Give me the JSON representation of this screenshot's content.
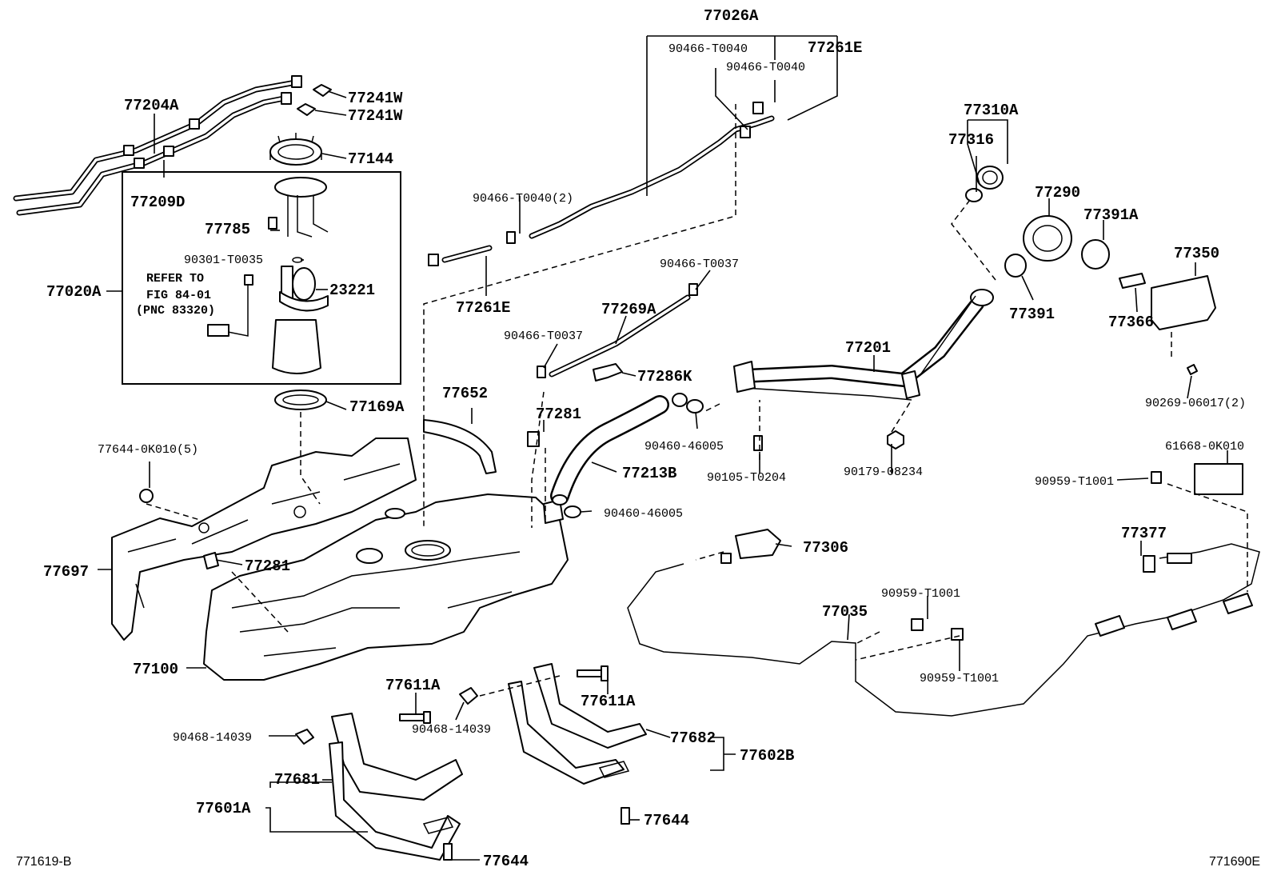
{
  "diagram": {
    "corner_left": "771619-B",
    "corner_right": "771690E",
    "note": {
      "line1": "REFER TO",
      "line2": "FIG 84-01",
      "line3": "(PNC 83320)"
    },
    "labels": {
      "p77026A": "77026A",
      "p90466_T0040_a": "90466-T0040",
      "p77261E_top": "77261E",
      "p90466_T0040_b": "90466-T0040",
      "p77204A": "77204A",
      "p77241W_a": "77241W",
      "p77241W_b": "77241W",
      "p77144": "77144",
      "p77209D": "77209D",
      "p90466_T0040_2": "90466-T0040(2)",
      "p77785": "77785",
      "p90301_T0035": "90301-T0035",
      "p77020A": "77020A",
      "p23221": "23221",
      "p77261E_mid": "77261E",
      "p77310A": "77310A",
      "p77316": "77316",
      "p77290": "77290",
      "p77391A": "77391A",
      "p77350": "77350",
      "p77391": "77391",
      "p77366": "77366",
      "p90466_T0037_a": "90466-T0037",
      "p77269A": "77269A",
      "p90466_T0037_b": "90466-T0037",
      "p77286K": "77286K",
      "p77201": "77201",
      "p90269_06017": "90269-06017(2)",
      "p77169A": "77169A",
      "p77652": "77652",
      "p77281_top": "77281",
      "p90460_46005_a": "90460-46005",
      "p90105_T0204": "90105-T0204",
      "p90179_08234": "90179-08234",
      "p77644_0K010": "77644-0K010(5)",
      "p77213B": "77213B",
      "p61668_0K010": "61668-0K010",
      "p90959_T1001_a": "90959-T1001",
      "p90460_46005_b": "90460-46005",
      "p77377": "77377",
      "p77306": "77306",
      "p77697": "77697",
      "p77281_mid": "77281",
      "p90959_T1001_b": "90959-T1001",
      "p77035": "77035",
      "p77100": "77100",
      "p90959_T1001_c": "90959-T1001",
      "p77611A_left": "77611A",
      "p77611A_right": "77611A",
      "p90468_14039_a": "90468-14039",
      "p90468_14039_b": "90468-14039",
      "p77682": "77682",
      "p77602B": "77602B",
      "p77681": "77681",
      "p77601A": "77601A",
      "p77644_right": "77644",
      "p77644_left": "77644"
    }
  }
}
